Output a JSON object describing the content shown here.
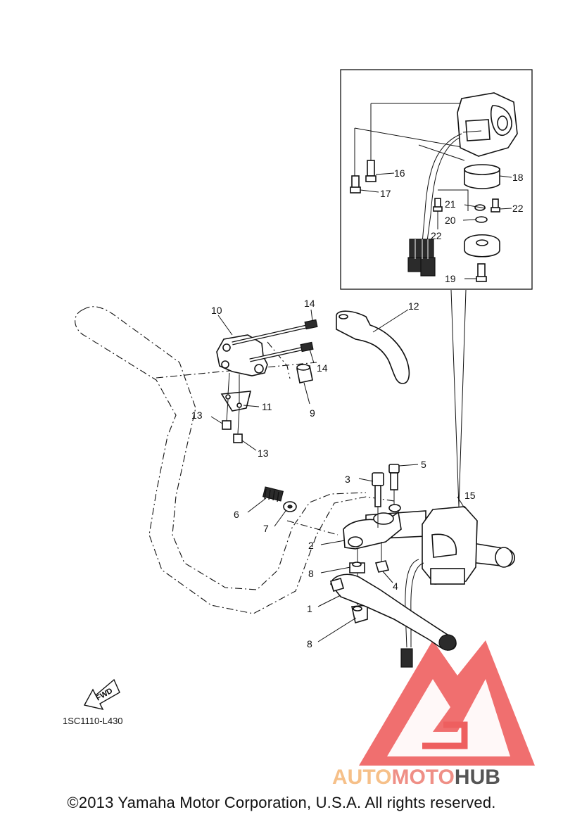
{
  "diagram": {
    "drawing_code": "1SC1110-L430",
    "fwd_label": "FWD",
    "copyright": "©2013 Yamaha Motor Corporation, U.S.A. All rights reserved.",
    "watermark": {
      "text_parts": [
        "AUTO",
        "MOTO",
        "HUB"
      ],
      "colors": [
        "#f6c089",
        "#ef8f86",
        "#555555"
      ],
      "logo_color": "#ee5f5f"
    }
  },
  "callouts": [
    {
      "id": "1",
      "text": "1"
    },
    {
      "id": "2",
      "text": "2"
    },
    {
      "id": "3",
      "text": "3"
    },
    {
      "id": "4",
      "text": "4"
    },
    {
      "id": "5",
      "text": "5"
    },
    {
      "id": "6",
      "text": "6"
    },
    {
      "id": "7",
      "text": "7"
    },
    {
      "id": "8a",
      "text": "8"
    },
    {
      "id": "8b",
      "text": "8"
    },
    {
      "id": "9",
      "text": "9"
    },
    {
      "id": "10",
      "text": "10"
    },
    {
      "id": "11",
      "text": "11"
    },
    {
      "id": "12",
      "text": "12"
    },
    {
      "id": "13a",
      "text": "13"
    },
    {
      "id": "13b",
      "text": "13"
    },
    {
      "id": "14a",
      "text": "14"
    },
    {
      "id": "14b",
      "text": "14"
    },
    {
      "id": "15",
      "text": "15"
    },
    {
      "id": "16",
      "text": "16"
    },
    {
      "id": "17",
      "text": "17"
    },
    {
      "id": "18",
      "text": "18"
    },
    {
      "id": "19",
      "text": "19"
    },
    {
      "id": "20",
      "text": "20"
    },
    {
      "id": "21",
      "text": "21"
    },
    {
      "id": "22a",
      "text": "22"
    },
    {
      "id": "22b",
      "text": "22"
    }
  ]
}
